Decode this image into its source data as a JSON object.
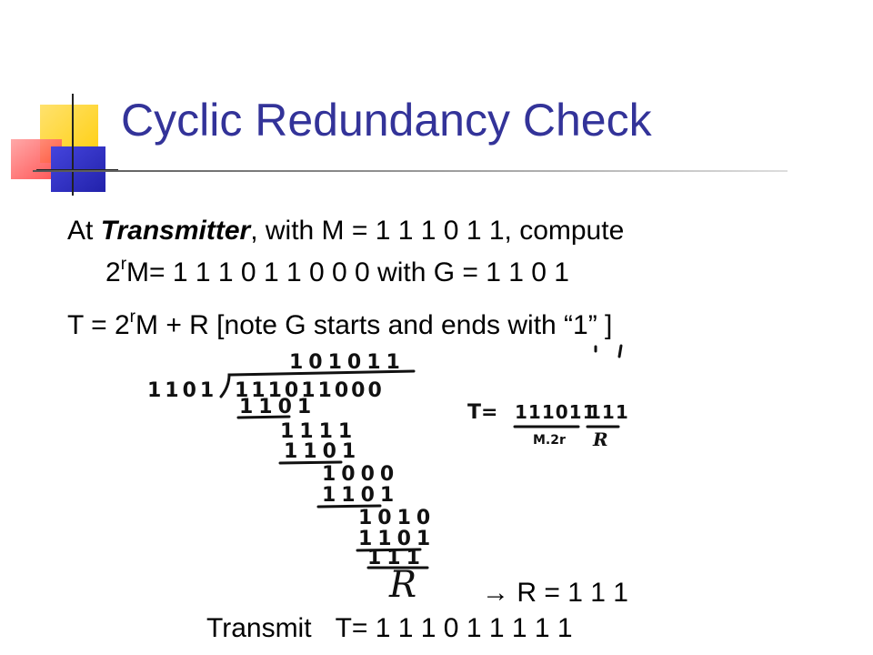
{
  "slide": {
    "title": "Cyclic Redundancy Check",
    "line1": {
      "prefix": "At ",
      "emphasis": "Transmitter",
      "rest": ", with M = 1 1 1 0 1 1, compute"
    },
    "line2": {
      "base": "2",
      "exp": "r",
      "rest": "M= 1 1 1 0 1 1 0 0 0      with G = 1 1 0 1"
    },
    "line3": {
      "lhs": "T = 2",
      "exp": "r",
      "rest": "M + R         [note G starts and ends with “1” ]"
    },
    "result": {
      "arrow": "→",
      "text": " R = 1 1 1"
    },
    "transmit": {
      "label": "Transmit",
      "value": "T= 1 1 1 0 1 1 1 1 1"
    },
    "handwritten": {
      "divisor": "1101",
      "dividend": "111011000",
      "quotient": "101011",
      "steps": [
        "1101",
        "1111",
        "1101",
        "1000",
        "1101",
        "1010",
        "1101",
        "111"
      ],
      "remainder_label": "R",
      "t_expression": "T= 111011111",
      "t_first_part": "111011",
      "t_second_part": "111",
      "t_first_label": "M.2r",
      "t_second_label": "R"
    }
  },
  "colors": {
    "title": "#333399",
    "deco_yellow": "#ffd700",
    "deco_blue": "#3333cc",
    "deco_red": "#ff5555"
  }
}
